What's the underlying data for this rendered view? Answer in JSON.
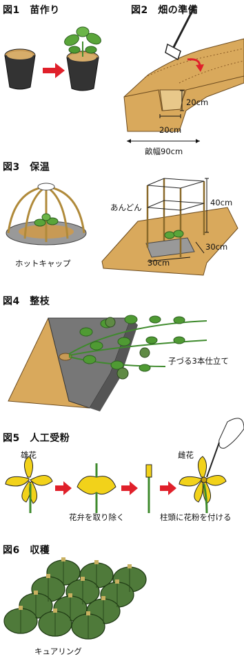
{
  "figures": {
    "fig1": {
      "title": "図1　苗作り"
    },
    "fig2": {
      "title": "図2　畑の準備",
      "depth": "20cm",
      "width": "20cm",
      "bed": "畝幅90cm"
    },
    "fig3": {
      "title": "図3　保温",
      "hotcap": "ホットキャップ",
      "andon": "あんどん",
      "height": "40cm",
      "side_a": "30cm",
      "side_b": "30cm"
    },
    "fig4": {
      "title": "図4　整枝",
      "note": "子づる3本仕立て"
    },
    "fig5": {
      "title": "図5　人工受粉",
      "male": "雄花",
      "petals": "花弁を取り除く",
      "female": "雌花",
      "pollen": "柱頭に花粉を付ける"
    },
    "fig6": {
      "title": "図6　収穫",
      "curing": "キュアリング"
    }
  },
  "colors": {
    "soil": "#d9a95c",
    "soil_dark": "#a06a2a",
    "leaf": "#3e8a2c",
    "arrow": "#e0202a",
    "flower": "#f2d21a",
    "pumpkin": "#4f7a3a"
  }
}
